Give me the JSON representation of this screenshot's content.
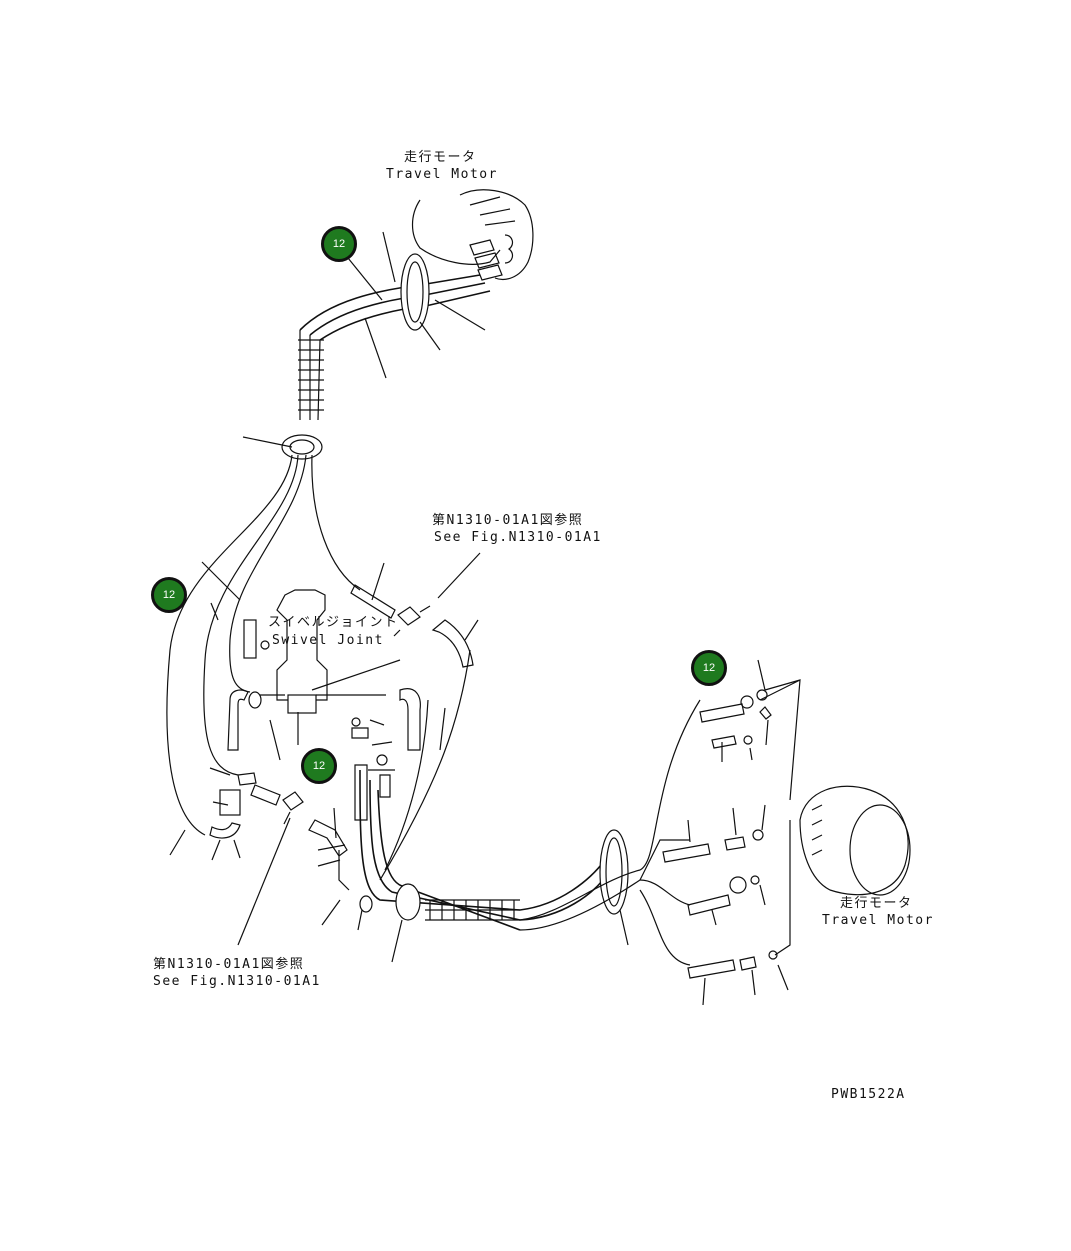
{
  "drawing_code": "PWB1522A",
  "labels": {
    "travel_motor_top_jp": "走行モータ",
    "travel_motor_top_en": "Travel Motor",
    "travel_motor_right_jp": "走行モータ",
    "travel_motor_right_en": "Travel Motor",
    "swivel_joint_jp": "スイベルジョイント",
    "swivel_joint_en": "Swivel Joint",
    "see_fig_top_jp": "第N1310-01A1図参照",
    "see_fig_top_en": "See Fig.N1310-01A1",
    "see_fig_bottom_jp": "第N1310-01A1図参照",
    "see_fig_bottom_en": "See Fig.N1310-01A1"
  },
  "callouts": [
    "12",
    "12",
    "12",
    "12"
  ],
  "colors": {
    "callout_fill": "#1f7a1f",
    "line": "#111111",
    "background": "#ffffff"
  }
}
